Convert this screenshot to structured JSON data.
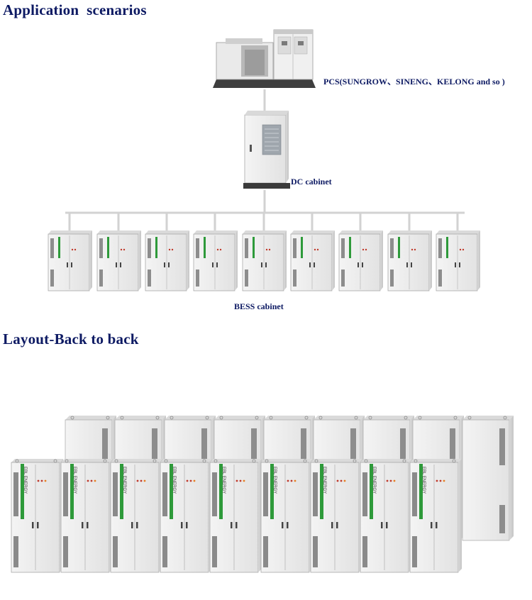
{
  "titles": {
    "application": "Application  scenarios",
    "layout": "Layout-Back to back"
  },
  "labels": {
    "pcs": "PCS(SUNGROW、SINENG、KELONG and so )",
    "dc": "DC cabinet",
    "bess": "BESS cabinet"
  },
  "brand_text": "EBL ENERGY",
  "colors": {
    "heading": "#0d1a63",
    "connector": "#d2d2d2",
    "cabinet_body": "#ececec",
    "cabinet_side": "#d6d6d6",
    "accent_green": "#2e9a3a",
    "base": "#3a3a3a"
  },
  "bess_count": 9,
  "front_row_count": 9,
  "back_row_count": 9
}
